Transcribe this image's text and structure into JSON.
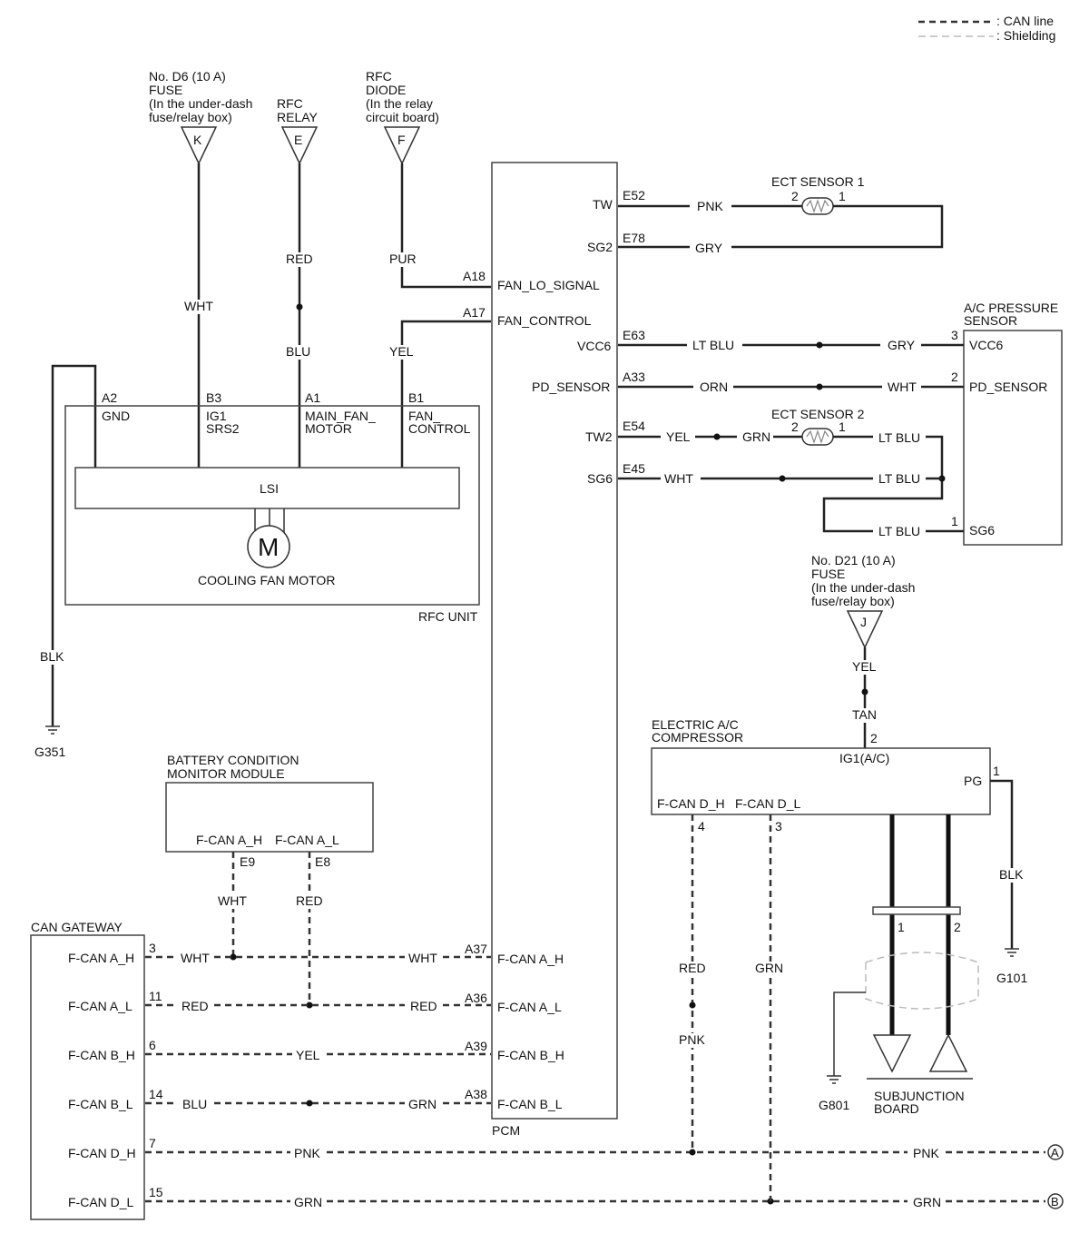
{
  "legend": {
    "can_line": ": CAN line",
    "shielding": ": Shielding"
  },
  "components": {
    "fuse_d6": [
      "No. D6 (10 A)",
      "FUSE",
      "(In the under-dash",
      "fuse/relay box)"
    ],
    "fuse_d6_letter": "K",
    "rfc_relay": [
      "RFC",
      "RELAY"
    ],
    "rfc_relay_letter": "E",
    "rfc_diode": [
      "RFC",
      "DIODE",
      "(In the relay",
      "circuit board)"
    ],
    "rfc_diode_letter": "F",
    "rfc_unit": "RFC UNIT",
    "lsi": "LSI",
    "motor_symbol": "M",
    "cooling_fan_motor": "COOLING FAN MOTOR",
    "pcm": "PCM",
    "ect_sensor_1": "ECT SENSOR 1",
    "ect_sensor_2": "ECT SENSOR 2",
    "ac_pressure_sensor": [
      "A/C PRESSURE",
      "SENSOR"
    ],
    "fuse_d21": [
      "No. D21 (10 A)",
      "FUSE",
      "(In the under-dash",
      "fuse/relay box)"
    ],
    "fuse_d21_letter": "J",
    "electric_ac_compressor": [
      "ELECTRIC A/C",
      "COMPRESSOR"
    ],
    "battery_module": [
      "BATTERY CONDITION",
      "MONITOR MODULE"
    ],
    "can_gateway": "CAN GATEWAY",
    "subjunction_board": [
      "SUBJUNCTION",
      "BOARD"
    ]
  },
  "grounds": {
    "g351": "G351",
    "g101": "G101",
    "g801": "G801"
  },
  "offpage": {
    "a": "A",
    "b": "B"
  },
  "rfc_unit_pins": {
    "a2": "A2",
    "gnd": "GND",
    "b3": "B3",
    "ig1": "IG1",
    "srs2": "SRS2",
    "a1": "A1",
    "main_fan": "MAIN_FAN_",
    "motor": "MOTOR",
    "b1": "B1",
    "fan": "FAN_",
    "control": "CONTROL"
  },
  "wire_colors_left": {
    "wht": "WHT",
    "red": "RED",
    "blu": "BLU",
    "pur": "PUR",
    "yel": "YEL",
    "blk": "BLK"
  },
  "pcm_pins": {
    "a18": "A18",
    "fan_lo_signal": "FAN_LO_SIGNAL",
    "a17": "A17",
    "fan_control": "FAN_CONTROL",
    "tw": "TW",
    "e52": "E52",
    "sg2": "SG2",
    "e78": "E78",
    "vcc6": "VCC6",
    "e63": "E63",
    "pd_sensor": "PD_SENSOR",
    "a33": "A33",
    "tw2": "TW2",
    "e54": "E54",
    "sg6": "SG6",
    "e45": "E45",
    "fcan_a_h": "F-CAN A_H",
    "a37": "A37",
    "fcan_a_l": "F-CAN A_L",
    "a36": "A36",
    "fcan_b_h": "F-CAN B_H",
    "a39": "A39",
    "fcan_b_l": "F-CAN B_L",
    "a38": "A38"
  },
  "sensor_wires": {
    "pnk": "PNK",
    "gry1": "GRY",
    "ect1_pin2": "2",
    "ect1_pin1": "1",
    "lt_blu1": "LT BLU",
    "gry2": "GRY",
    "pin3": "3",
    "vcc6": "VCC6",
    "orn": "ORN",
    "wht": "WHT",
    "pin2": "2",
    "pd_sensor": "PD_SENSOR",
    "yel": "YEL",
    "grn": "GRN",
    "ect2_pin2": "2",
    "ect2_pin1": "1",
    "lt_blu2": "LT BLU",
    "wht2": "WHT",
    "lt_blu3": "LT BLU",
    "lt_blu4": "LT BLU",
    "pin1": "1",
    "sg6": "SG6"
  },
  "compressor": {
    "yel": "YEL",
    "tan": "TAN",
    "pin2": "2",
    "ig1": "IG1(A/C)",
    "pg": "PG",
    "pin1": "1",
    "fcan_d_h": "F-CAN D_H",
    "fcan_d_l": "F-CAN D_L",
    "pin4": "4",
    "pin3": "3",
    "blk": "BLK",
    "red": "RED",
    "pnk": "PNK",
    "grn": "GRN",
    "sub_pin1": "1",
    "sub_pin2": "2"
  },
  "battery_module_pins": {
    "fcan_a_h": "F-CAN A_H",
    "fcan_a_l": "F-CAN A_L",
    "e9": "E9",
    "e8": "E8",
    "wht": "WHT",
    "red": "RED"
  },
  "gateway_rows": [
    {
      "label": "F-CAN A_H",
      "pin": "3",
      "left_color": "WHT",
      "right_color": "WHT"
    },
    {
      "label": "F-CAN A_L",
      "pin": "11",
      "left_color": "RED",
      "right_color": "RED"
    },
    {
      "label": "F-CAN B_H",
      "pin": "6",
      "left_color": "",
      "right_color": "YEL"
    },
    {
      "label": "F-CAN B_L",
      "pin": "14",
      "left_color": "BLU",
      "right_color": "GRN"
    },
    {
      "label": "F-CAN D_H",
      "pin": "7",
      "left_color": "PNK",
      "right_color": "PNK"
    },
    {
      "label": "F-CAN D_L",
      "pin": "15",
      "left_color": "GRN",
      "right_color": "GRN"
    }
  ]
}
